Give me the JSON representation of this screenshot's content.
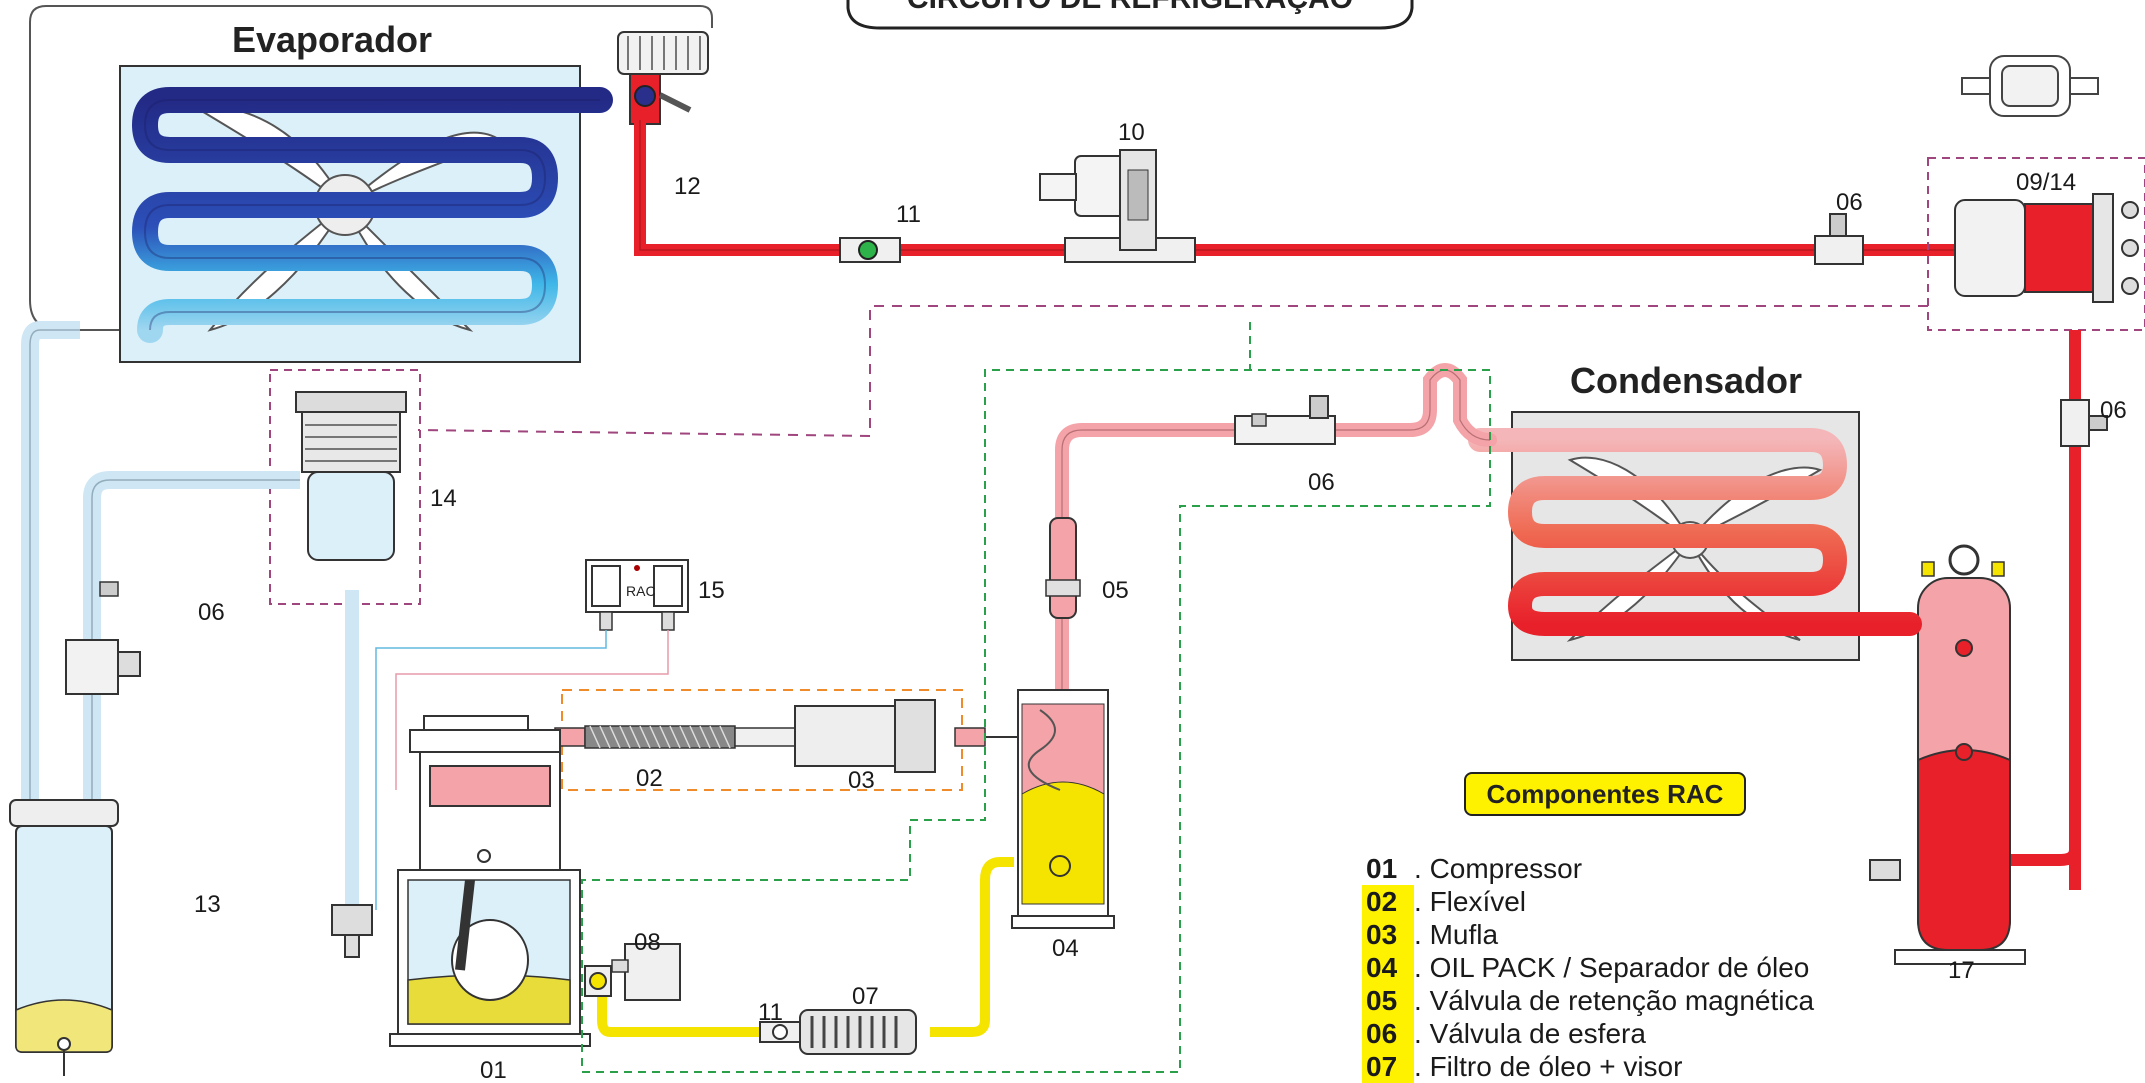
{
  "title": "CIRCUITO DE REFRIGERAÇÃO",
  "evaporator_label": "Evaporador",
  "condenser_label": "Condensador",
  "callouts": {
    "c01": "01",
    "c02": "02",
    "c03": "03",
    "c04": "04",
    "c05": "05",
    "c06a": "06",
    "c06b": "06",
    "c06c": "06",
    "c06d": "06",
    "c07": "07",
    "c08": "08",
    "c0914": "09/14",
    "c10": "10",
    "c11a": "11",
    "c11b": "11",
    "c12": "12",
    "c13": "13",
    "c14": "14",
    "c15": "15",
    "c17": "17",
    "rac_switch": "RAC"
  },
  "legend": {
    "title": "Componentes RAC",
    "items": [
      {
        "num": "01",
        "text": "Compressor",
        "highlight": false
      },
      {
        "num": "02",
        "text": "Flexível",
        "highlight": true
      },
      {
        "num": "03",
        "text": "Mufla",
        "highlight": true
      },
      {
        "num": "04",
        "text": "OIL PACK / Separador de óleo",
        "highlight": true
      },
      {
        "num": "05",
        "text": "Válvula de retenção magnética",
        "highlight": true
      },
      {
        "num": "06",
        "text": "Válvula de esfera",
        "highlight": true
      },
      {
        "num": "07",
        "text": "Filtro de óleo + visor",
        "highlight": true
      }
    ]
  },
  "colors": {
    "hot_liquid": "#e8202a",
    "hot_gas": "#f4a3a8",
    "suction": "#cfe6f5",
    "oil": "#f5e400",
    "evaporator_coil": "#2a2f8c",
    "highlight": "#fff200"
  }
}
